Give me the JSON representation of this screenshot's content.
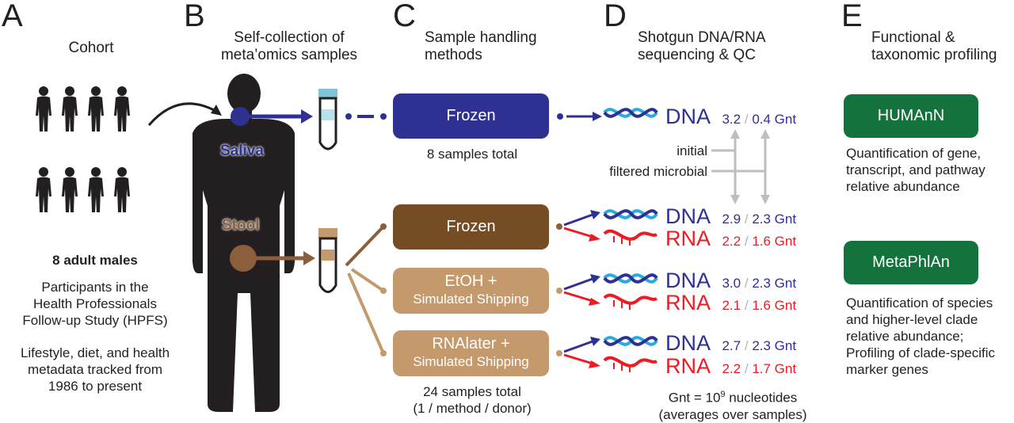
{
  "colors": {
    "saliva": "#2e3192",
    "stool": "#8b5e3c",
    "stool_light": "#c49a6c",
    "dna_blue": "#2e3192",
    "rna_red": "#ed1c24",
    "green": "#14733c",
    "gray": "#bcbec0",
    "dark": "#231f20"
  },
  "panels": {
    "a": {
      "letter": "A",
      "title": "Cohort",
      "bold": "8 adult males",
      "text1": [
        "Participants in the",
        "Health Professionals",
        "Follow-up Study (HPFS)"
      ],
      "text2": [
        "Lifestyle, diet, and health",
        "metadata tracked from",
        "1986 to present"
      ]
    },
    "b": {
      "letter": "B",
      "title": [
        "Self-collection of",
        "meta’omics samples"
      ],
      "saliva": "Saliva",
      "stool": "Stool"
    },
    "c": {
      "letter": "C",
      "title": [
        "Sample handling",
        "methods"
      ],
      "box1": "Frozen",
      "note1": "8 samples total",
      "box2": "Frozen",
      "box3a": "EtOH +",
      "box3b": "Simulated Shipping",
      "box4a": "RNAlater +",
      "box4b": "Simulated Shipping",
      "note2": [
        "24 samples total",
        "(1 / method / donor)"
      ]
    },
    "d": {
      "letter": "D",
      "title": [
        "Shotgun DNA/RNA",
        "sequencing & QC"
      ],
      "initial": "initial",
      "filtered": "filtered microbial",
      "footnote_a": "Gnt = 10",
      "footnote_sup": "9",
      "footnote_b": " nucleotides",
      "footnote2": "(averages over samples)",
      "rows": [
        {
          "type": "DNA",
          "a": "3.2",
          "sep": "/",
          "b": "0.4 Gnt"
        },
        {
          "type": "DNA",
          "a": "2.9",
          "sep": "/",
          "b": "2.3 Gnt"
        },
        {
          "type": "RNA",
          "a": "2.2",
          "sep": "/",
          "b": "1.6 Gnt"
        },
        {
          "type": "DNA",
          "a": "3.0",
          "sep": "/",
          "b": "2.3 Gnt"
        },
        {
          "type": "RNA",
          "a": "2.1",
          "sep": "/",
          "b": "1.6 Gnt"
        },
        {
          "type": "DNA",
          "a": "2.7",
          "sep": "/",
          "b": "2.3 Gnt"
        },
        {
          "type": "RNA",
          "a": "2.2",
          "sep": "/",
          "b": "1.7 Gnt"
        }
      ]
    },
    "e": {
      "letter": "E",
      "title": [
        "Functional &",
        "taxonomic profiling"
      ],
      "tool1": "HUMAnN",
      "desc1": [
        "Quantification of gene,",
        "transcript, and pathway",
        "relative abundance"
      ],
      "tool2": "MetaPhlAn",
      "desc2": [
        "Quantification of species",
        "and higher-level clade",
        "relative abundance;",
        "Profiling of clade-specific",
        "marker genes"
      ]
    }
  }
}
